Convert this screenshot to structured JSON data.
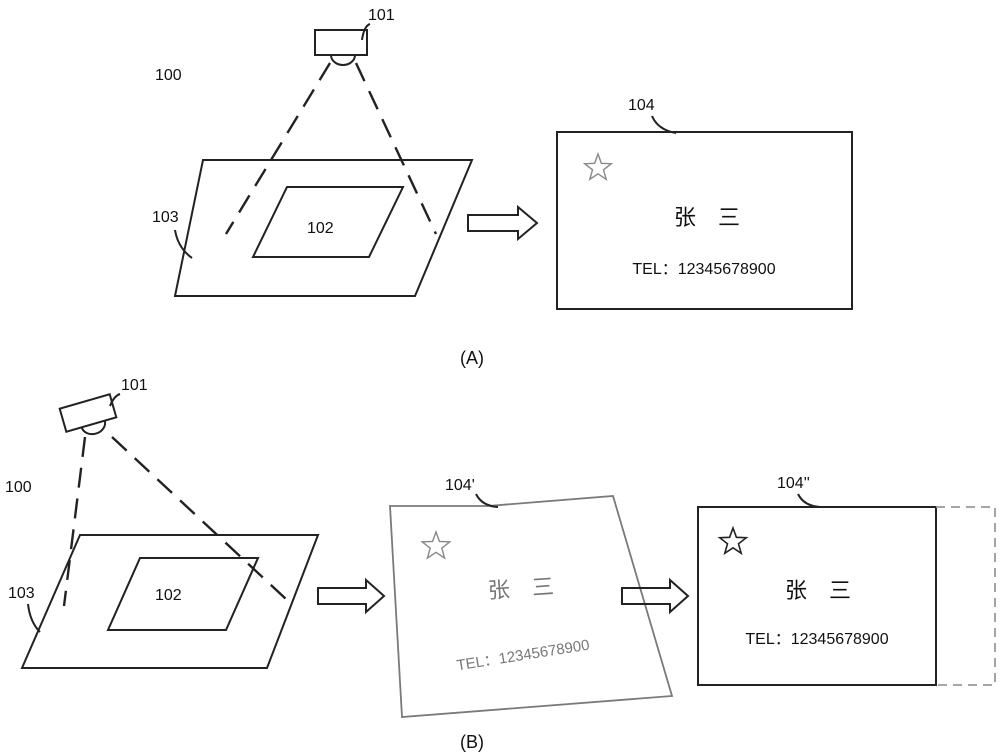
{
  "panel_a": {
    "caption": "(A)",
    "labels": {
      "system": "100",
      "camera": "101",
      "card": "102",
      "surface": "103",
      "result": "104"
    },
    "card": {
      "name": "张　三",
      "tel": "TEL：12345678900"
    }
  },
  "panel_b": {
    "caption": "(B)",
    "labels": {
      "system": "100",
      "camera": "101",
      "card": "102",
      "surface": "103",
      "skewed": "104'",
      "corrected": "104''"
    },
    "skewed_card": {
      "name": "张　三",
      "tel": "TEL：12345678900"
    },
    "corrected_card": {
      "name": "张　三",
      "tel": "TEL：12345678900"
    }
  },
  "colors": {
    "line": "#222222",
    "skewed_card": "#7a7a7a",
    "dashed_extension": "#9a9a9a"
  },
  "icons": [
    "star-icon",
    "camera-icon",
    "arrow-right-icon"
  ]
}
